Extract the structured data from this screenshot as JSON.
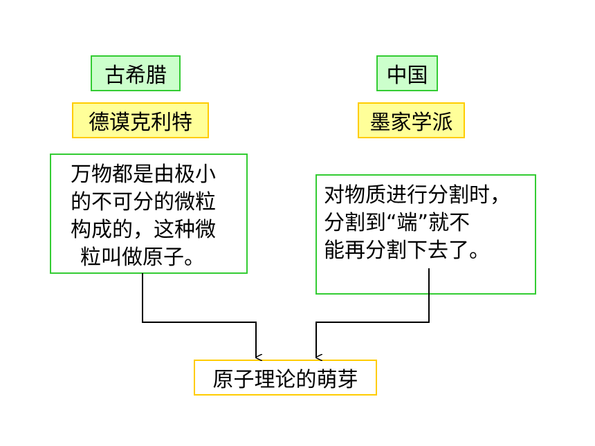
{
  "left": {
    "region": "古希腊",
    "person": "德谟克利特",
    "description_lines": [
      "万物都是由极小",
      "的不可分的微粒",
      "构成的，这种微",
      "粒叫做原子。"
    ]
  },
  "right": {
    "region": "中国",
    "school": "墨家学派",
    "description_lines": [
      "对物质进行分割时，",
      "分割到“端”就不",
      "能再分割下去了。"
    ]
  },
  "result": "原子理论的萌芽"
}
